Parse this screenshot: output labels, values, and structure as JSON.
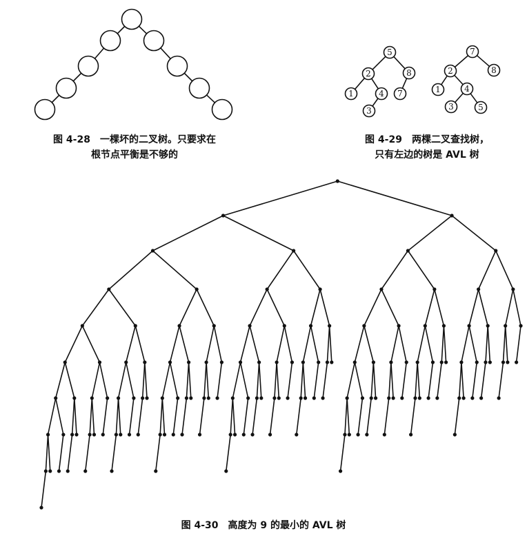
{
  "figures": {
    "fig28": {
      "caption_line1": "图 4-28　一棵坏的二叉树。只要求在",
      "caption_line2": "根节点平衡是不够的"
    },
    "fig29": {
      "caption_line1": "图 4-29　两棵二叉查找树，",
      "caption_line2": "只有左边的树是 AVL 树",
      "left_tree": {
        "nodes": [
          {
            "id": "a5",
            "label": "5"
          },
          {
            "id": "a2",
            "label": "2"
          },
          {
            "id": "a8",
            "label": "8"
          },
          {
            "id": "a1",
            "label": "1"
          },
          {
            "id": "a4",
            "label": "4"
          },
          {
            "id": "a7",
            "label": "7"
          },
          {
            "id": "a3",
            "label": "3"
          }
        ],
        "edges": [
          [
            "a5",
            "a2"
          ],
          [
            "a5",
            "a8"
          ],
          [
            "a2",
            "a1"
          ],
          [
            "a2",
            "a4"
          ],
          [
            "a8",
            "a7"
          ],
          [
            "a4",
            "a3"
          ]
        ]
      },
      "right_tree": {
        "nodes": [
          {
            "id": "b7",
            "label": "7"
          },
          {
            "id": "b2",
            "label": "2"
          },
          {
            "id": "b8",
            "label": "8"
          },
          {
            "id": "b1",
            "label": "1"
          },
          {
            "id": "b4",
            "label": "4"
          },
          {
            "id": "b3",
            "label": "3"
          },
          {
            "id": "b5",
            "label": "5"
          }
        ],
        "edges": [
          [
            "b7",
            "b2"
          ],
          [
            "b7",
            "b8"
          ],
          [
            "b2",
            "b1"
          ],
          [
            "b2",
            "b4"
          ],
          [
            "b4",
            "b3"
          ],
          [
            "b4",
            "b5"
          ]
        ]
      }
    },
    "fig30": {
      "caption": "图 4-30　高度为 9 的最小的 AVL 树",
      "height": 9
    }
  }
}
